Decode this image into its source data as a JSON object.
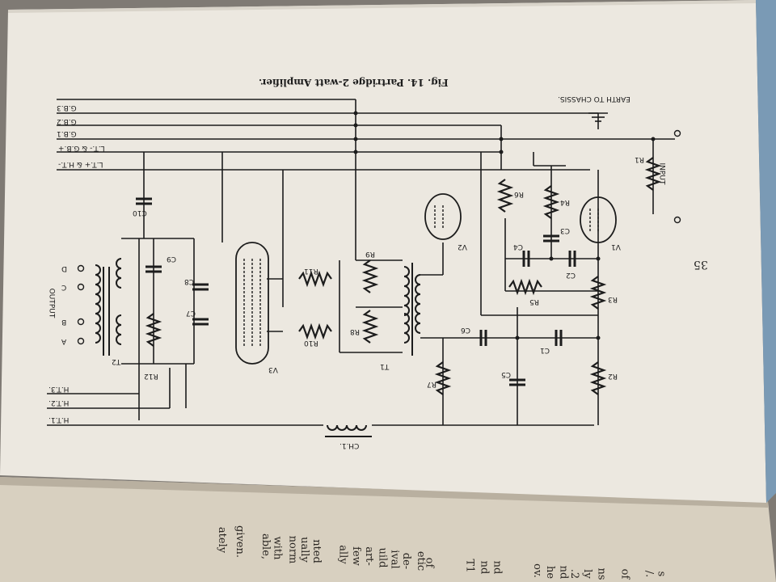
{
  "figure": {
    "caption": "Fig. 14. Partridge 2-watt Amplifier.",
    "page_number": "35",
    "earth_label": "EARTH TO CHASSIS.",
    "input_label": "INPUT",
    "output_label": "OUTPUT",
    "choke_label": "CH.1.",
    "rails": {
      "lt_ht_minus": "L.T.+ & H.T.-",
      "lt_gb_plus": "L.T.- & G.B.+",
      "gb1": "G.B.1",
      "gb2": "G.B.2",
      "gb3": "G.B.3",
      "ht1": "H.T.1.",
      "ht2": "H.T.2.",
      "ht3": "H.T.3."
    },
    "output_terminals": [
      "A",
      "B",
      "C",
      "D"
    ],
    "components": {
      "R1": "R1",
      "R2": "R2",
      "R3": "R3",
      "R4": "R4",
      "R5": "R5",
      "R6": "R6",
      "R7": "R7",
      "R8": "R8",
      "R9": "R9",
      "R10": "R10",
      "R11": "R11",
      "R12": "R12",
      "C1": "C1",
      "C2": "C2",
      "C3": "C3",
      "C4": "C4",
      "C5": "C5",
      "C6": "C6",
      "C7": "C7",
      "C8": "C8",
      "C9": "C9",
      "C10": "C10",
      "V1": "V1",
      "V2": "V2",
      "V3": "V3",
      "T1": "T1",
      "T2": "T2"
    }
  },
  "facing_page_fragments": {
    "lines": [
      "ately",
      "given.",
      "able,",
      "with",
      "norm",
      "ually",
      "nted",
      "ally",
      "few",
      "art-",
      "uild",
      "ival",
      "de-",
      "etic",
      "of",
      "T1",
      "nd",
      "nd",
      "ov.",
      "he",
      "nd",
      ".2",
      "ly",
      "ns",
      "of",
      "/.",
      "s"
    ]
  },
  "colors": {
    "paper": "#ede9e2",
    "ink": "#1c1c1c",
    "facing_page": "#d6cdbb",
    "background": "#8a8580"
  }
}
